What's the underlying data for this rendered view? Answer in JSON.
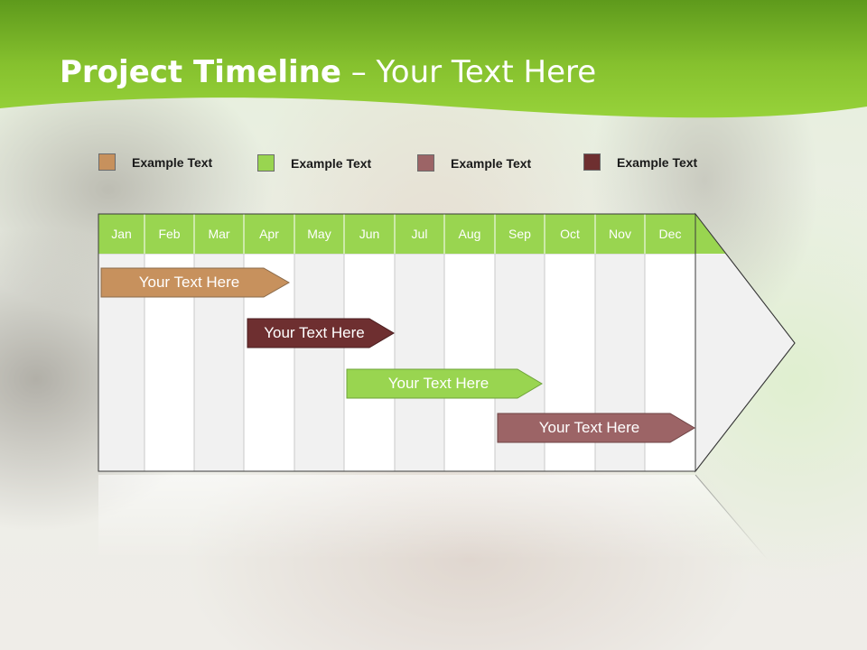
{
  "slide": {
    "title_bold": "Project Timeline",
    "title_rest": " – Your Text Here"
  },
  "legend": [
    {
      "label": "Example Text",
      "color": "#c7915d"
    },
    {
      "label": "Example Text",
      "color": "#99d550"
    },
    {
      "label": "Example Text",
      "color": "#9c6466"
    },
    {
      "label": "Example Text",
      "color": "#6e2f30"
    }
  ],
  "months": [
    "Jan",
    "Feb",
    "Mar",
    "Apr",
    "May",
    "Jun",
    "Jul",
    "Aug",
    "Sep",
    "Oct",
    "Nov",
    "Dec"
  ],
  "tasks": [
    {
      "label": "Your  Text Here",
      "color": "#c7915d"
    },
    {
      "label": "Your  Text Here",
      "color": "#6e2f30"
    },
    {
      "label": "Your  Text Here",
      "color": "#99d550"
    },
    {
      "label": "Your  Text Here",
      "color": "#9c6466"
    }
  ],
  "colors": {
    "header_green": "#8cc63f",
    "header_dark": "#5a9418",
    "month_band": "#99d550"
  }
}
